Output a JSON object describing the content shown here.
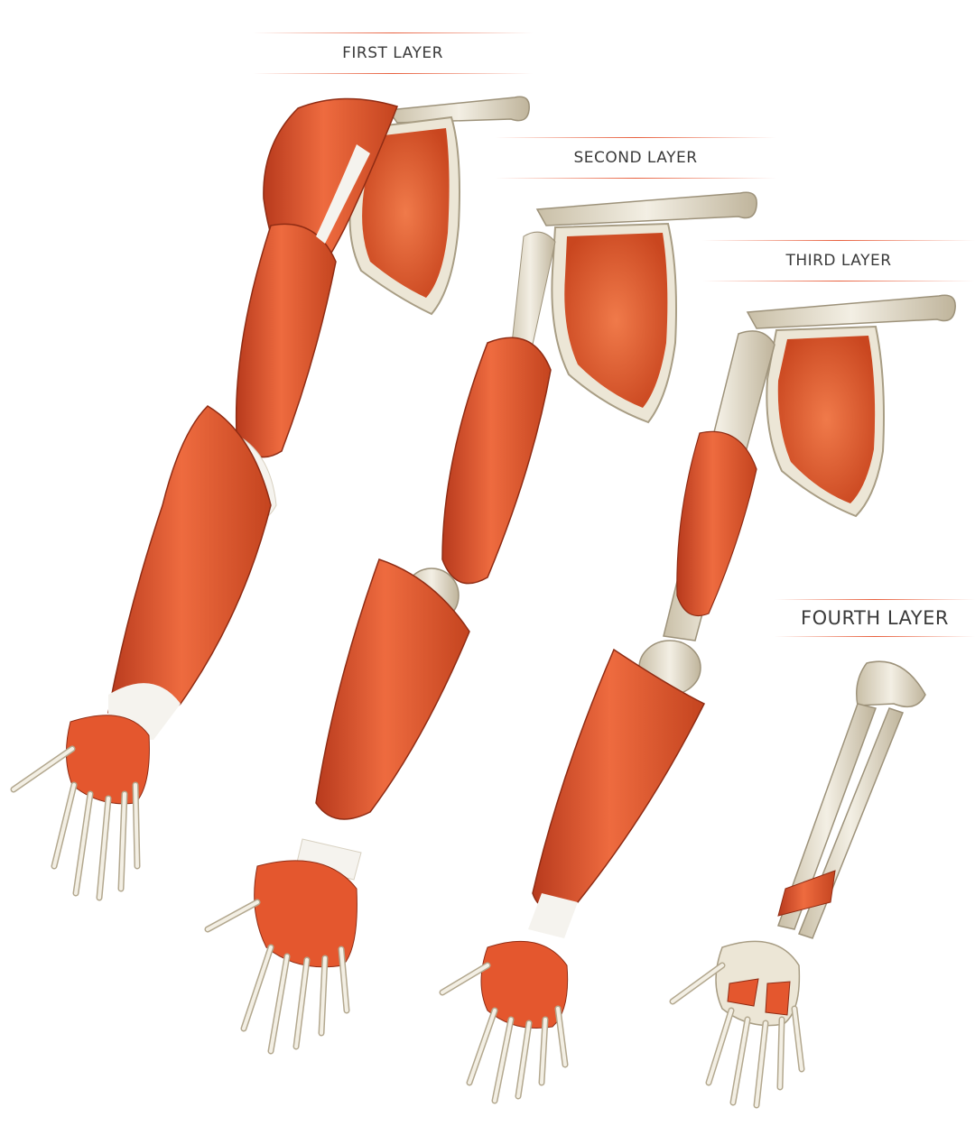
{
  "layers": {
    "first": "FIRST LAYER",
    "second": "SECOND LAYER",
    "third": "THIRD LAYER",
    "fourth": "FOURTH LAYER"
  },
  "colors": {
    "muscle": "#e4572e",
    "muscle_dark": "#b83a1d",
    "muscle_light": "#f08a5d",
    "bone": "#ece6d6",
    "bone_shadow": "#b9ae96",
    "tendon": "#f5f3ee",
    "accent_rule": "#e8603e"
  }
}
